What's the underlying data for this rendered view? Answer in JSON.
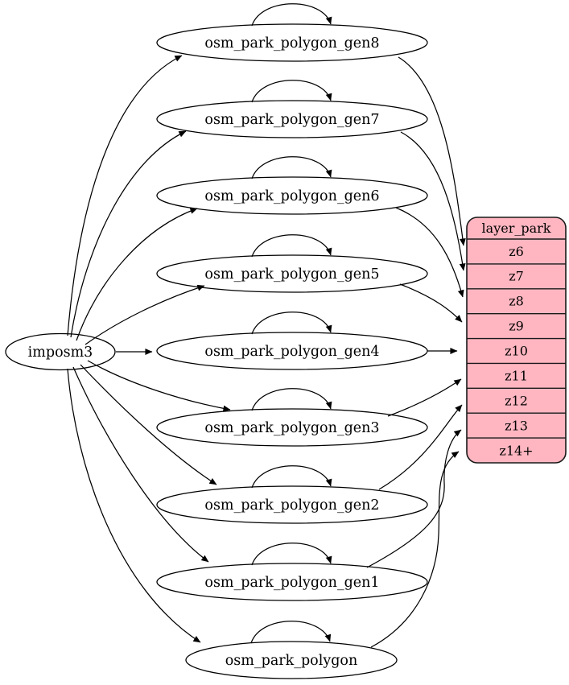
{
  "diagram": {
    "source_node": {
      "label": "imposm3"
    },
    "table_nodes": [
      {
        "label": "osm_park_polygon_gen8",
        "feeds_zoom": "z6"
      },
      {
        "label": "osm_park_polygon_gen7",
        "feeds_zoom": "z7"
      },
      {
        "label": "osm_park_polygon_gen6",
        "feeds_zoom": "z8"
      },
      {
        "label": "osm_park_polygon_gen5",
        "feeds_zoom": "z9"
      },
      {
        "label": "osm_park_polygon_gen4",
        "feeds_zoom": "z10"
      },
      {
        "label": "osm_park_polygon_gen3",
        "feeds_zoom": "z11"
      },
      {
        "label": "osm_park_polygon_gen2",
        "feeds_zoom": "z12"
      },
      {
        "label": "osm_park_polygon_gen1",
        "feeds_zoom": "z13"
      },
      {
        "label": "osm_park_polygon",
        "feeds_zoom": "z14+"
      }
    ],
    "record_node": {
      "title": "layer_park",
      "rows": [
        "z6",
        "z7",
        "z8",
        "z9",
        "z10",
        "z11",
        "z12",
        "z13",
        "z14+"
      ]
    },
    "edges": {
      "from_source": [
        {
          "from": "imposm3",
          "to": "osm_park_polygon_gen8"
        },
        {
          "from": "imposm3",
          "to": "osm_park_polygon_gen7"
        },
        {
          "from": "imposm3",
          "to": "osm_park_polygon_gen6"
        },
        {
          "from": "imposm3",
          "to": "osm_park_polygon_gen5"
        },
        {
          "from": "imposm3",
          "to": "osm_park_polygon_gen4"
        },
        {
          "from": "imposm3",
          "to": "osm_park_polygon_gen3"
        },
        {
          "from": "imposm3",
          "to": "osm_park_polygon_gen2"
        },
        {
          "from": "imposm3",
          "to": "osm_park_polygon_gen1"
        },
        {
          "from": "imposm3",
          "to": "osm_park_polygon"
        }
      ],
      "self_loops": [
        "osm_park_polygon_gen8",
        "osm_park_polygon_gen7",
        "osm_park_polygon_gen6",
        "osm_park_polygon_gen5",
        "osm_park_polygon_gen4",
        "osm_park_polygon_gen3",
        "osm_park_polygon_gen2",
        "osm_park_polygon_gen1",
        "osm_park_polygon"
      ],
      "to_record": [
        {
          "from": "osm_park_polygon_gen8",
          "to": "z6"
        },
        {
          "from": "osm_park_polygon_gen7",
          "to": "z7"
        },
        {
          "from": "osm_park_polygon_gen6",
          "to": "z8"
        },
        {
          "from": "osm_park_polygon_gen5",
          "to": "z9"
        },
        {
          "from": "osm_park_polygon_gen4",
          "to": "z10"
        },
        {
          "from": "osm_park_polygon_gen3",
          "to": "z11"
        },
        {
          "from": "osm_park_polygon_gen2",
          "to": "z12"
        },
        {
          "from": "osm_park_polygon_gen1",
          "to": "z13"
        },
        {
          "from": "osm_park_polygon",
          "to": "z14+"
        }
      ]
    },
    "colors": {
      "record_fill": "#ffb6c1",
      "node_fill": "#ffffff",
      "stroke": "#000000",
      "background": "#ffffff"
    }
  }
}
